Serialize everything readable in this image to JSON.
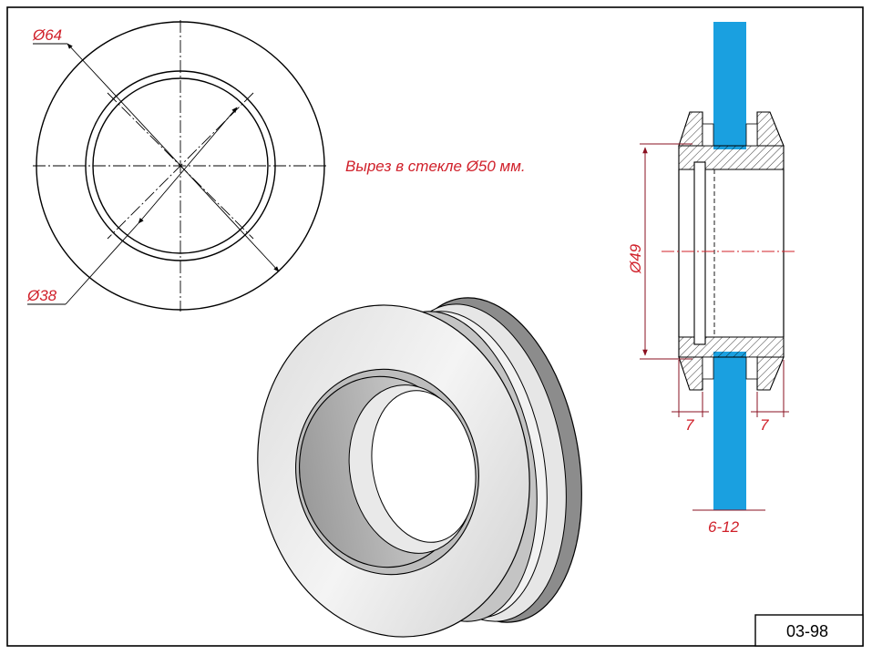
{
  "front_view": {
    "outer_diameter_label": "Ø64",
    "inner_diameter_label": "Ø38"
  },
  "note": "Вырез в стекле Ø50 мм.",
  "section_view": {
    "diameter_label": "Ø49",
    "left_flange_label": "7",
    "right_flange_label": "7",
    "glass_thickness_label": "6-12"
  },
  "drawing_code": "03-98",
  "colors": {
    "dimension": "#d0202a",
    "glass": "#1aa0e0",
    "outline": "#000000"
  }
}
